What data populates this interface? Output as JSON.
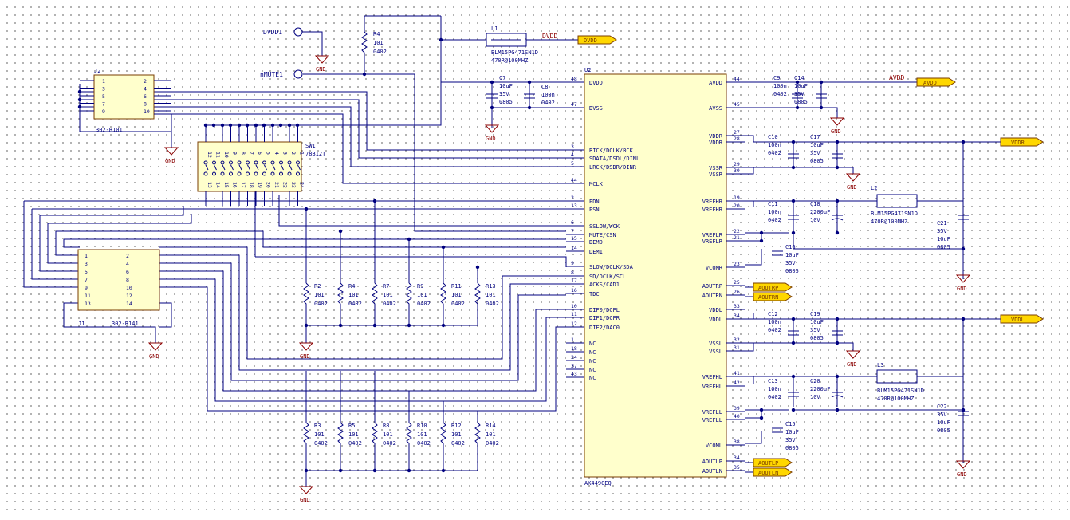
{
  "u2": {
    "designator": "U2",
    "part": "AK4490EQ",
    "left_pins": [
      {
        "num": "48",
        "name": "DVDD"
      },
      {
        "num": "47",
        "name": "DVSS"
      },
      {
        "num": "3",
        "name": "BICK/DCLK/BCK"
      },
      {
        "num": "4",
        "name": "SDATA/DSDL/DINL"
      },
      {
        "num": "5",
        "name": "LRCK/DSDR/DINR"
      },
      {
        "num": "44",
        "name": "MCLK"
      },
      {
        "num": "2",
        "name": "PDN"
      },
      {
        "num": "13",
        "name": "PSN"
      },
      {
        "num": "6",
        "name": "SSLOW/WCK"
      },
      {
        "num": "7",
        "name": "MUTE/CSN"
      },
      {
        "num": "15",
        "name": "DEM0"
      },
      {
        "num": "14",
        "name": "DEM1"
      },
      {
        "num": "9",
        "name": "SLOW/DCLK/SDA"
      },
      {
        "num": "8",
        "name": "SD/DCLK/SCL"
      },
      {
        "num": "17",
        "name": "ACKS/CAD1"
      },
      {
        "num": "16",
        "name": "TDC"
      },
      {
        "num": "10",
        "name": "DIF0/DCFL"
      },
      {
        "num": "11",
        "name": "DIF1/DCFR"
      },
      {
        "num": "12",
        "name": "DIF2/DAC0"
      },
      {
        "num": "1",
        "name": "NC"
      },
      {
        "num": "18",
        "name": "NC"
      },
      {
        "num": "24",
        "name": "NC"
      },
      {
        "num": "37",
        "name": "NC"
      },
      {
        "num": "43",
        "name": "NC"
      }
    ],
    "right_pins": [
      {
        "num": "44",
        "name": "AVDD"
      },
      {
        "num": "45",
        "name": "AVSS"
      },
      {
        "num": "27",
        "name": "VDDR"
      },
      {
        "num": "28",
        "name": "VDDR"
      },
      {
        "num": "29",
        "name": "VSSR"
      },
      {
        "num": "30",
        "name": "VSSR"
      },
      {
        "num": "19",
        "name": "VREFHR"
      },
      {
        "num": "20",
        "name": "VREFHR"
      },
      {
        "num": "22",
        "name": "VREFLR"
      },
      {
        "num": "21",
        "name": "VREFLR"
      },
      {
        "num": "23",
        "name": "VCOMR"
      },
      {
        "num": "25",
        "name": "AOUTRP"
      },
      {
        "num": "26",
        "name": "AOUTRN"
      },
      {
        "num": "33",
        "name": "VDDL"
      },
      {
        "num": "34",
        "name": "VDDL"
      },
      {
        "num": "32",
        "name": "VSSL"
      },
      {
        "num": "31",
        "name": "VSSL"
      },
      {
        "num": "41",
        "name": "VREFHL"
      },
      {
        "num": "42",
        "name": "VREFHL"
      },
      {
        "num": "39",
        "name": "VREFLL"
      },
      {
        "num": "40",
        "name": "VREFLL"
      },
      {
        "num": "38",
        "name": "VCOML"
      },
      {
        "num": "34",
        "name": "AOUTLP"
      },
      {
        "num": "35",
        "name": "AOUTLN"
      }
    ]
  },
  "power_ports": {
    "dvdd1": "DVDD1",
    "nmute1": "nMUTE1",
    "dvdd_net": "DVDD",
    "dvdd_flag": "DVDD",
    "avdd_net": "AVDD",
    "avdd_flag": "AVDD",
    "vddr_flag": "VDDR",
    "vddl_flag": "VDDL",
    "gnd": "GND"
  },
  "output_flags": [
    "AOUTRP",
    "AOUTRN",
    "AOUTLP",
    "AOUTLN"
  ],
  "resistors": {
    "r4": {
      "des": "R4",
      "val": "101",
      "pkg": "0402"
    },
    "top_row": [
      {
        "des": "R2"
      },
      {
        "des": "R4"
      },
      {
        "des": "R7"
      },
      {
        "des": "R9"
      },
      {
        "des": "R11"
      },
      {
        "des": "R13"
      }
    ],
    "bottom_row": [
      {
        "des": "R3"
      },
      {
        "des": "R5"
      },
      {
        "des": "R8"
      },
      {
        "des": "R10"
      },
      {
        "des": "R12"
      },
      {
        "des": "R14"
      }
    ],
    "val": "101",
    "pkg": "0402"
  },
  "inductors": {
    "l1": {
      "des": "L1",
      "part": "BLM15PG471SN1D",
      "spec": "470R@100MHZ"
    },
    "l2": {
      "des": "L2",
      "part": "BLM15PG471SN1D",
      "spec": "470R@100MHZ"
    },
    "l3": {
      "des": "L3",
      "part": "BLM15PG471SN1D",
      "spec": "470R@100MHZ"
    }
  },
  "capacitors": {
    "c7": {
      "des": "C7",
      "l1": "10uF",
      "l2": "35V",
      "l3": "0805"
    },
    "c8": {
      "des": "C8",
      "l1": "100n",
      "l2": "0402"
    },
    "c9": {
      "des": "C9",
      "l1": "100n",
      "l2": "0402"
    },
    "c14": {
      "des": "C14",
      "l1": "10uF",
      "l2": "35V",
      "l3": "0805"
    },
    "c10": {
      "des": "C10",
      "l1": "100n",
      "l2": "0402"
    },
    "c17": {
      "des": "C17",
      "l1": "10uF",
      "l2": "35V",
      "l3": "0805"
    },
    "c11": {
      "des": "C11",
      "l1": "100n",
      "l2": "0402"
    },
    "c18": {
      "des": "C18",
      "l1": "2200uF",
      "l2": "10V"
    },
    "c16": {
      "des": "C16",
      "l1": "10uF",
      "l2": "35V",
      "l3": "0805"
    },
    "c21": {
      "des": "C21",
      "l1": "35V",
      "l2": "10uF",
      "l3": "0805"
    },
    "c12": {
      "des": "C12",
      "l1": "100n",
      "l2": "0402"
    },
    "c19": {
      "des": "C19",
      "l1": "10uF",
      "l2": "35V",
      "l3": "0805"
    },
    "c13": {
      "des": "C13",
      "l1": "100n",
      "l2": "0402"
    },
    "c20": {
      "des": "C20",
      "l1": "2200uF",
      "l2": "10V"
    },
    "c15": {
      "des": "C15",
      "l1": "10uF",
      "l2": "35V",
      "l3": "0805"
    },
    "c22": {
      "des": "C22",
      "l1": "35V",
      "l2": "10uF",
      "l3": "0805"
    }
  },
  "j2": {
    "des": "J2",
    "part": "302-R101",
    "left": [
      "1",
      "3",
      "5",
      "7",
      "9"
    ],
    "right": [
      "2",
      "4",
      "6",
      "8",
      "10"
    ]
  },
  "j1": {
    "des": "J1",
    "part": "302-R141",
    "left": [
      "1",
      "3",
      "5",
      "7",
      "9",
      "11",
      "13"
    ],
    "right": [
      "2",
      "4",
      "6",
      "8",
      "10",
      "12",
      "14"
    ]
  },
  "sw1": {
    "des": "SW1",
    "part": "78B12T",
    "top": [
      "12",
      "11",
      "10",
      "9",
      "8",
      "7",
      "6",
      "5",
      "4",
      "3",
      "2",
      "1"
    ],
    "bottom": [
      "13",
      "14",
      "15",
      "16",
      "17",
      "18",
      "19",
      "20",
      "21",
      "22",
      "23",
      "24"
    ]
  }
}
